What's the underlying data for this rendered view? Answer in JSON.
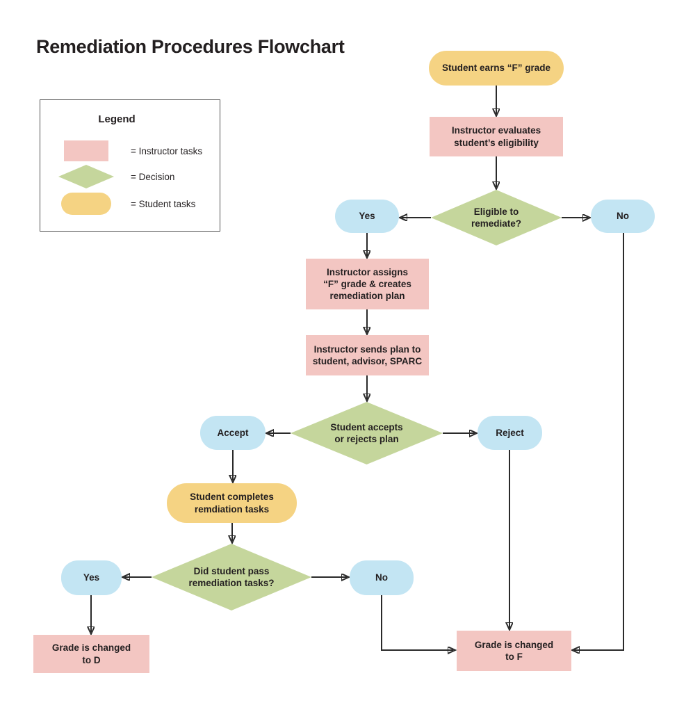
{
  "title": "Remediation Procedures Flowchart",
  "legend": {
    "title": "Legend",
    "items": [
      {
        "shape": "rect",
        "label": "= Instructor tasks"
      },
      {
        "shape": "diamond",
        "label": "= Decision"
      },
      {
        "shape": "pill",
        "label": "= Student tasks"
      }
    ]
  },
  "colors": {
    "instructor": "#F3C6C2",
    "decision": "#C5D69C",
    "student": "#F5D383",
    "connector_label": "#C3E5F3",
    "text": "#231F20",
    "line": "#2A2A2A"
  },
  "nodes": {
    "start": "Student earns “F” grade",
    "evaluate": "Instructor evaluates\nstudent’s eligibility",
    "eligible": "Eligible to\nremediate?",
    "yes1": "Yes",
    "no1": "No",
    "assign": "Instructor assigns\n“F” grade & creates\nremediation plan",
    "send": "Instructor sends plan to\nstudent, advisor, SPARC",
    "accept_decision": "Student accepts\nor rejects plan",
    "accept": "Accept",
    "reject": "Reject",
    "complete": "Student completes\nremdiation tasks",
    "pass_decision": "Did student pass\nremediation tasks?",
    "yes2": "Yes",
    "no2": "No",
    "grade_d": "Grade is changed\nto D",
    "grade_f": "Grade is changed\nto F"
  },
  "edges": [
    {
      "from": "start",
      "to": "evaluate"
    },
    {
      "from": "evaluate",
      "to": "eligible"
    },
    {
      "from": "eligible",
      "to": "yes1"
    },
    {
      "from": "eligible",
      "to": "no1"
    },
    {
      "from": "yes1",
      "to": "assign"
    },
    {
      "from": "assign",
      "to": "send"
    },
    {
      "from": "send",
      "to": "accept_decision"
    },
    {
      "from": "accept_decision",
      "to": "accept"
    },
    {
      "from": "accept_decision",
      "to": "reject"
    },
    {
      "from": "accept",
      "to": "complete"
    },
    {
      "from": "complete",
      "to": "pass_decision"
    },
    {
      "from": "pass_decision",
      "to": "yes2"
    },
    {
      "from": "pass_decision",
      "to": "no2"
    },
    {
      "from": "yes2",
      "to": "grade_d"
    },
    {
      "from": "no2",
      "to": "grade_f"
    },
    {
      "from": "reject",
      "to": "grade_f"
    },
    {
      "from": "no1",
      "to": "grade_f"
    }
  ]
}
